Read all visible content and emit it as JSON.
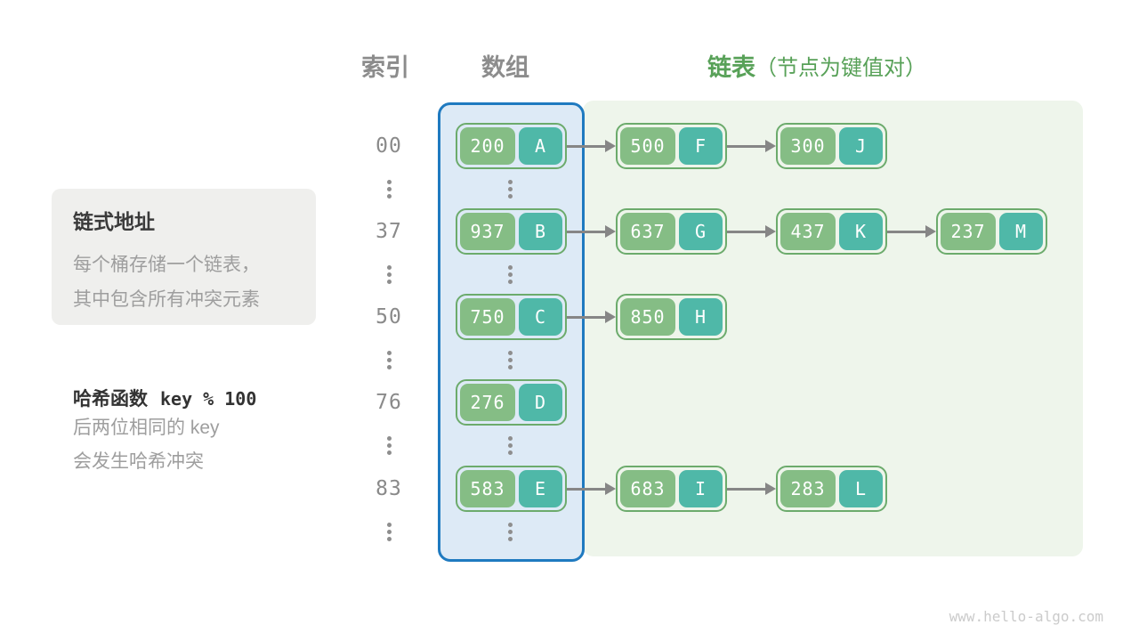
{
  "header": {
    "index_label": "索引",
    "array_label": "数组",
    "list_label": "链表",
    "list_note": "（节点为键值对）"
  },
  "info_box": {
    "title": "链式地址",
    "lines": [
      "每个桶存储一个链表，",
      "其中包含所有冲突元素"
    ]
  },
  "hash_note": {
    "title_prefix": "哈希函数",
    "title_code": "key % 100",
    "lines": [
      "后两位相同的 key",
      "会发生哈希冲突"
    ]
  },
  "buckets": [
    {
      "index": "00",
      "chain": [
        {
          "key": "200",
          "value": "A"
        },
        {
          "key": "500",
          "value": "F"
        },
        {
          "key": "300",
          "value": "J"
        }
      ]
    },
    {
      "index": "37",
      "chain": [
        {
          "key": "937",
          "value": "B"
        },
        {
          "key": "637",
          "value": "G"
        },
        {
          "key": "437",
          "value": "K"
        },
        {
          "key": "237",
          "value": "M"
        }
      ]
    },
    {
      "index": "50",
      "chain": [
        {
          "key": "750",
          "value": "C"
        },
        {
          "key": "850",
          "value": "H"
        }
      ]
    },
    {
      "index": "76",
      "chain": [
        {
          "key": "276",
          "value": "D"
        }
      ]
    },
    {
      "index": "83",
      "chain": [
        {
          "key": "583",
          "value": "E"
        },
        {
          "key": "683",
          "value": "I"
        },
        {
          "key": "283",
          "value": "L"
        }
      ]
    }
  ],
  "watermark": "www.hello-algo.com",
  "colors": {
    "key_bg": "#85bd85",
    "value_bg": "#4fb8a8",
    "node_border": "#6cab6c",
    "array_bg": "#ddeaf6",
    "array_border": "#1f7ac0",
    "list_bg": "#eef5eb",
    "arrow": "#868686",
    "header_gray": "#8c8c8c",
    "header_green": "#58a158",
    "info_card_bg": "#efefed",
    "muted_text": "#9e9e9e",
    "dark_text": "#3a3a3a",
    "watermark_text": "#cbcbcb"
  }
}
